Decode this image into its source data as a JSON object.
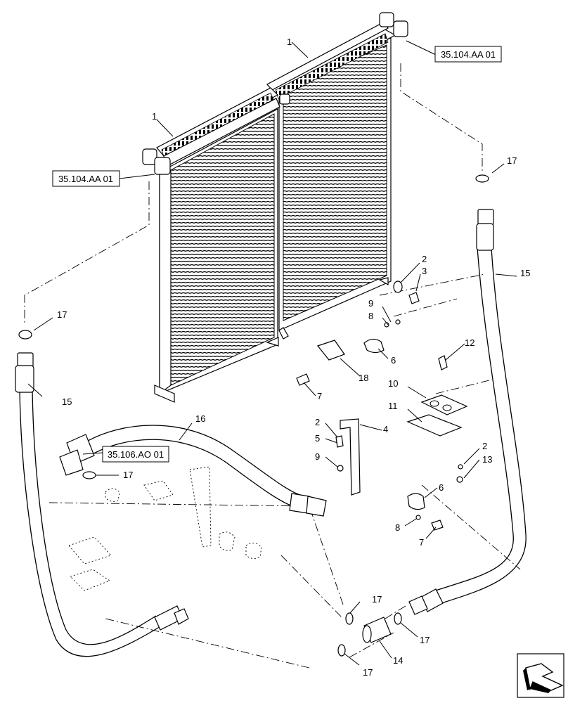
{
  "labels": {
    "cooler_upper": "1",
    "cooler_lower": "1",
    "washer_right": "2",
    "bolt_right": "3",
    "washer_mid": "2",
    "washer_bracket": "5",
    "bracket": "4",
    "clamp_upper": "6",
    "clamp_lower": "6",
    "nut_bracket": "9",
    "nut_upper": "9",
    "washer_upper": "8",
    "washer_lower": "8",
    "screw_upper": "7",
    "screw_lower": "7",
    "plate_18": "18",
    "plate_10": "10",
    "plate_11": "11",
    "bolt_12": "12",
    "washer_2_far": "2",
    "nut_13": "13",
    "hose_left": "15",
    "hose_right": "15",
    "hose_16": "16",
    "oring_top_right": "17",
    "oring_left": "17",
    "oring_16": "17",
    "oring_coupler_top": "17",
    "oring_coupler_right": "17",
    "oring_coupler_bottom": "17",
    "coupler": "14"
  },
  "refs": {
    "top_right": "35.104.AA 01",
    "left": "35.104.AA 01",
    "hose": "35.106.AO 01"
  },
  "icons": [
    "front-direction-arrow-icon"
  ]
}
